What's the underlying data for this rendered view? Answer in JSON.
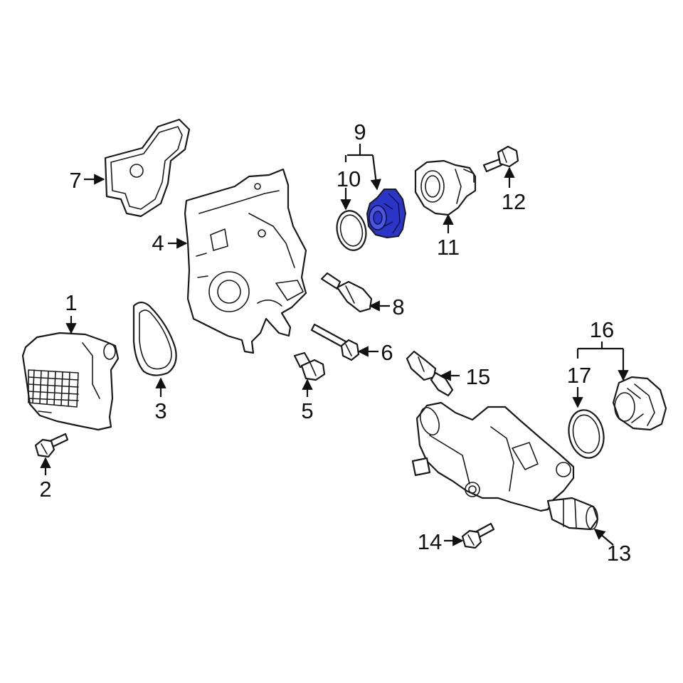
{
  "diagram": {
    "highlight_color": "#2b35c8",
    "callouts": {
      "c1": "1",
      "c2": "2",
      "c3": "3",
      "c4": "4",
      "c5": "5",
      "c6": "6",
      "c7": "7",
      "c8": "8",
      "c9": "9",
      "c10": "10",
      "c11": "11",
      "c12": "12",
      "c13": "13",
      "c14": "14",
      "c15": "15",
      "c16": "16",
      "c17": "17"
    }
  }
}
